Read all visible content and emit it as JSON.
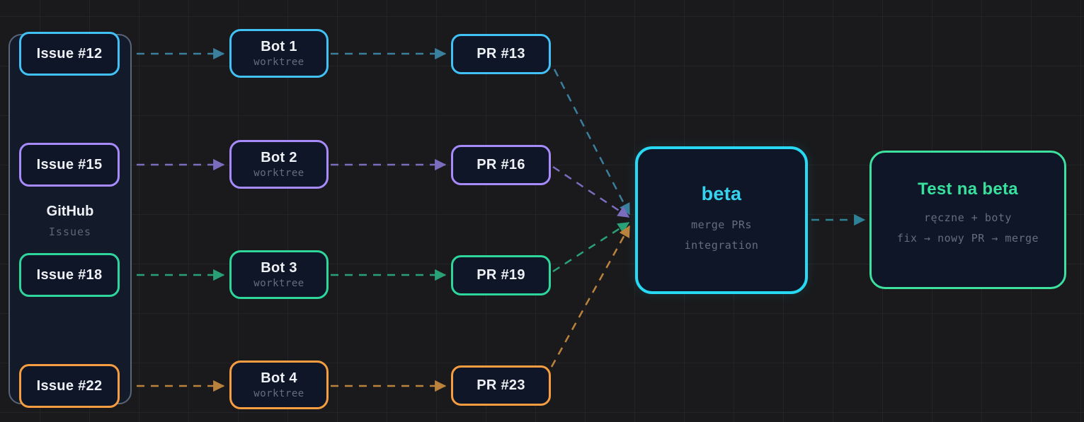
{
  "github_group": {
    "title": "GitHub",
    "subtitle": "Issues",
    "issues": [
      {
        "label": "Issue #12",
        "color": "#42c1f5"
      },
      {
        "label": "Issue #15",
        "color": "#a78bfa"
      },
      {
        "label": "Issue #18",
        "color": "#2fd69c"
      },
      {
        "label": "Issue #22",
        "color": "#f59d40"
      }
    ]
  },
  "bots": [
    {
      "title": "Bot 1",
      "subtitle": "worktree",
      "color": "#42c1f5"
    },
    {
      "title": "Bot 2",
      "subtitle": "worktree",
      "color": "#a78bfa"
    },
    {
      "title": "Bot 3",
      "subtitle": "worktree",
      "color": "#2fd69c"
    },
    {
      "title": "Bot 4",
      "subtitle": "worktree",
      "color": "#f59d40"
    }
  ],
  "prs": [
    {
      "label": "PR #13",
      "color": "#42c1f5"
    },
    {
      "label": "PR #16",
      "color": "#a78bfa"
    },
    {
      "label": "PR #19",
      "color": "#2fd69c"
    },
    {
      "label": "PR #23",
      "color": "#f59d40"
    }
  ],
  "beta_node": {
    "title": "beta",
    "line1": "merge PRs",
    "line2": "integration",
    "border_color": "#27d9f2",
    "title_color": "#35d3ee"
  },
  "test_node": {
    "title": "Test na beta",
    "line1": "ręczne + boty",
    "line2": "fix → nowy PR → merge",
    "border_color": "#3ce09f",
    "title_color": "#37e09c"
  },
  "arrow_colors": {
    "blue": "#3a7f9e",
    "purple": "#7c6cbe",
    "green": "#2aa076",
    "orange": "#ba823c",
    "teal": "#2d8296"
  },
  "background": {
    "base_color": "#1a1a1c",
    "grid_color": "#232428",
    "node_fill": "#0e1627",
    "group_border": "#5a6578"
  }
}
